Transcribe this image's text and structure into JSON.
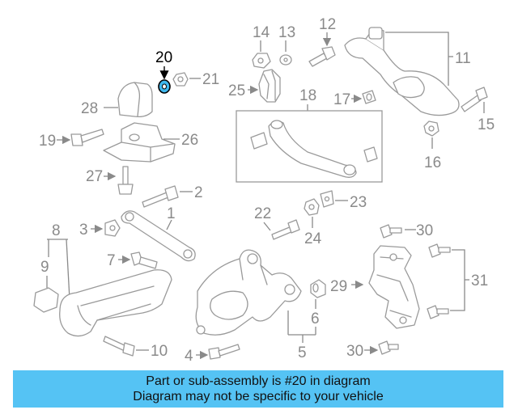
{
  "diagram": {
    "highlighted_part": "20",
    "labels": {
      "p1": "1",
      "p2": "2",
      "p3": "3",
      "p4": "4",
      "p5": "5",
      "p6": "6",
      "p7": "7",
      "p8": "8",
      "p9": "9",
      "p10": "10",
      "p11": "11",
      "p12": "12",
      "p13": "13",
      "p14": "14",
      "p15": "15",
      "p16": "16",
      "p17": "17",
      "p18": "18",
      "p19": "19",
      "p20": "20",
      "p21": "21",
      "p22": "22",
      "p23": "23",
      "p24": "24",
      "p25": "25",
      "p26": "26",
      "p27": "27",
      "p28": "28",
      "p29": "29",
      "p30a": "30",
      "p30b": "30",
      "p31": "31"
    },
    "colors": {
      "highlight": "#3fb8ee",
      "banner": "#55c3f4",
      "line_art": "#9a9a9a"
    }
  },
  "banner": {
    "line1": "Part or sub-assembly is #20 in diagram",
    "line2": "Diagram may not be specific to your vehicle"
  }
}
